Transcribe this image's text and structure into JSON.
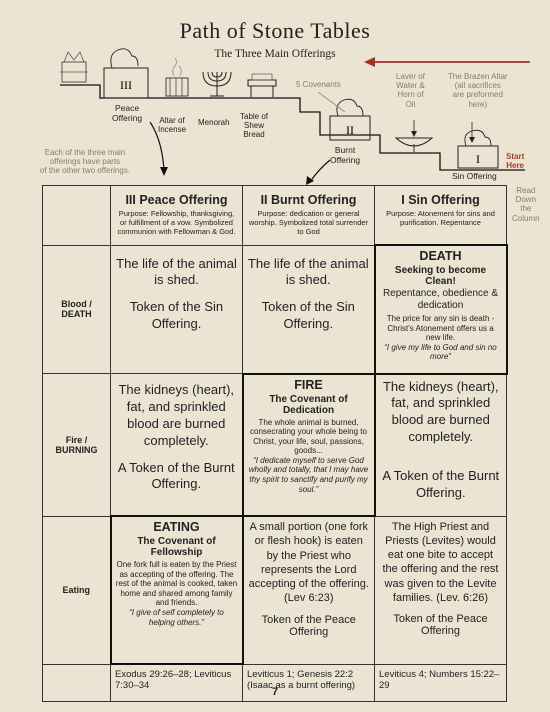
{
  "title": "Path of Stone Tables",
  "subtitle": "The Three Main Offerings",
  "diagram": {
    "peace_offering": "Peace\nOffering",
    "altar_of_incense": "Altar of\nIncense",
    "menorah": "Menorah",
    "table_of_shew_bread": "Table of\nShew\nBread",
    "five_covenants": "5 Covenants",
    "laver": "Laver of\nWater &\nHorn of\nOil",
    "brazen_altar": "The Brazen Altar\n(all sacrifices\nare preformed\nhere)",
    "burnt_offering": "Burnt\nOffering",
    "sin_offering": "Sin Offering",
    "start_here": "Start\nHere",
    "read_down": "Read\nDown\nthe\nColumn",
    "three_parts_note": "Each of the three main\nofferings have parts\nof the other two offerings.",
    "numeral_iii": "III",
    "numeral_ii": "II",
    "numeral_i": "I"
  },
  "table": {
    "headers": [
      {
        "name": "III Peace Offering",
        "purpose": "Purpose: Fellowship, thanksgiving, or fulfillment of a vow. Symbolized communion with Fellowman & God."
      },
      {
        "name": "II Burnt Offering",
        "purpose": "Purpose: dedication or general worship. Symbolized total surrender to God"
      },
      {
        "name": "I Sin Offering",
        "purpose": "Purpose: Atonement for sins and purification. Repentance"
      }
    ],
    "rows": [
      {
        "label": "Blood /\nDEATH",
        "peace": [
          "The life of the animal is shed.",
          "Token of the Sin Offering."
        ],
        "burnt": [
          "The life of the animal is shed.",
          "Token of the Sin Offering."
        ],
        "sin": {
          "title": "DEATH",
          "subtitle": "Seeking to become Clean!",
          "line": "Repentance, obedience & dedication",
          "text": "The price for any sin is death - Christ's Atonement offers us a new life.",
          "quote": "“I give my life to God and sin no more”"
        }
      },
      {
        "label": "Fire /\nBURNING",
        "peace": [
          "The kidneys (heart), fat, and sprinkled blood are burned completely.",
          "A Token of the Burnt Offering."
        ],
        "burnt": {
          "title": "FIRE",
          "subtitle": "The Covenant of Dedication",
          "text": "The whole animal is burned, consecrating your whole being to Christ, your life, soul, passions, goods...",
          "quote": "“I dedicate myself to serve God wholly and totally, that I may have thy spirit to sanctify and purify my soul.”"
        },
        "sin": [
          "The kidneys (heart), fat, and sprinkled blood are burned completely.",
          "A Token of the Burnt Offering."
        ]
      },
      {
        "label": "Eating",
        "peace": {
          "title": "EATING",
          "subtitle": "The Covenant of Fellowship",
          "text": "One fork full is eaten by the Priest as accepting of the offering. The rest of the animal is cooked, taken home and shared among family and friends.",
          "quote": "“I give of self completely to helping others.”"
        },
        "burnt": [
          "A small portion (one fork or flesh hook) is eaten by the Priest who represents the Lord accepting of the offering. (Lev 6:23)",
          "Token of the Peace Offering"
        ],
        "sin": [
          "The High Priest and Priests (Levites) would eat one bite to accept the offering and the rest was given to the Levite families. (Lev. 6:26)",
          "Token of the Peace Offering"
        ]
      }
    ],
    "refs": [
      "Exodus 29:26–28; Leviticus 7:30–34",
      "Leviticus 1; Genesis 22:2 (Isaac as a burnt offering)",
      "Leviticus 4; Numbers 15:22–29"
    ]
  },
  "page_number": "7"
}
